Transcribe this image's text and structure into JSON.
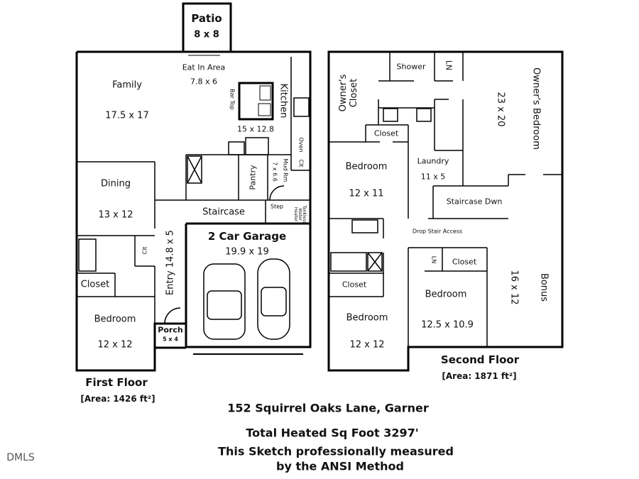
{
  "patio": {
    "name": "Patio",
    "size": "8 x 8"
  },
  "first_floor": {
    "title": "First Floor",
    "area": "[Area: 1426 ft²]",
    "rooms": {
      "family": {
        "name": "Family",
        "size": "17.5 x 17"
      },
      "eat_in": {
        "name": "Eat In Area",
        "size": "7.8 x 6"
      },
      "bar_top": "Bar Top",
      "kitchen": {
        "name": "Kitchen",
        "size": "15 x 12.8"
      },
      "oven": "Oven",
      "clt_kitchen": "Clt",
      "mud_rm": {
        "name": "Mud Rm",
        "size": "7 x 6.6"
      },
      "pantry": "Pantry",
      "dining": {
        "name": "Dining",
        "size": "13 x 12"
      },
      "staircase": "Staircase",
      "step": "Step",
      "water_heater": "Tankless Water Heater",
      "garage": {
        "name": "2 Car Garage",
        "size": "19.9 x 19"
      },
      "entry": "Entry 14.8 x 5",
      "clt_entry": "Clt",
      "closet": "Closet",
      "bedroom": {
        "name": "Bedroom",
        "size": "12 x 12"
      },
      "porch": {
        "name": "Porch",
        "size": "5 x 4"
      }
    }
  },
  "second_floor": {
    "title": "Second Floor",
    "area": "[Area: 1871 ft²]",
    "rooms": {
      "owners_closet": "Owner's Closet",
      "shower": "Shower",
      "ln_top": "LN",
      "owners_bedroom": {
        "name": "Owner's Bedroom",
        "size": "23 x 20"
      },
      "closet_a": "Closet",
      "bedroom_a": {
        "name": "Bedroom",
        "size": "12 x 11"
      },
      "laundry": {
        "name": "Laundry",
        "size": "11 x 5"
      },
      "staircase_dwn": "Staircase Dwn",
      "drop_stair": "Drop Stair Access",
      "ln_mid": "LN",
      "closet_b": "Closet",
      "closet_c": "Closet",
      "bedroom_b": {
        "name": "Bedroom",
        "size": "12.5 x 10.9"
      },
      "bonus": {
        "name": "Bonus",
        "size": "16 x 12"
      },
      "bedroom_c": {
        "name": "Bedroom",
        "size": "12 x 12"
      }
    }
  },
  "footer": {
    "address": "152 Squirrel Oaks Lane, Garner",
    "total": "Total Heated Sq Foot 3297'",
    "note1": "This Sketch professionally measured",
    "note2": "by the ANSI Method"
  },
  "watermark": "DMLS"
}
